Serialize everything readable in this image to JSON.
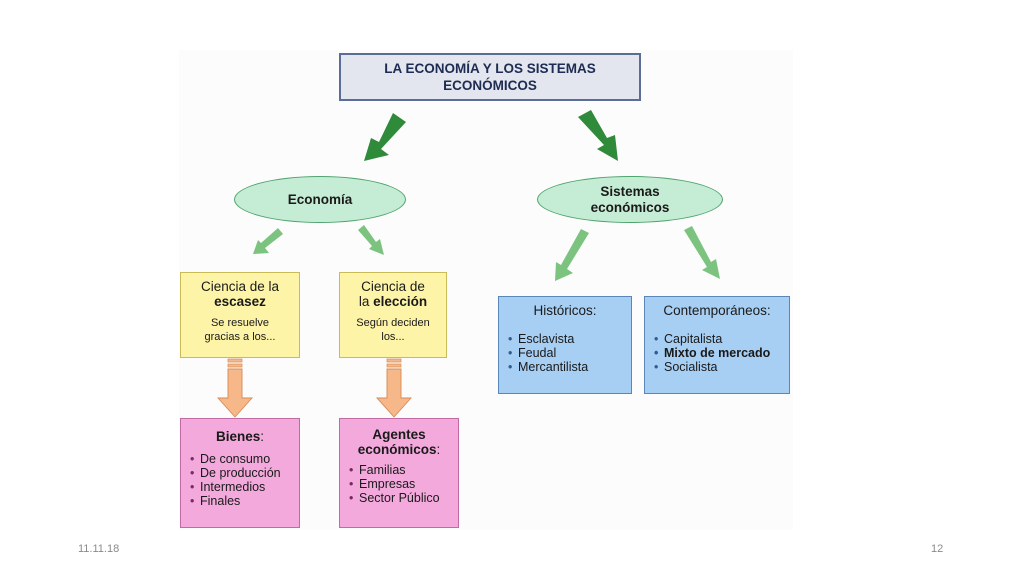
{
  "title": {
    "line1": "LA ECONOMÍA Y LOS SISTEMAS",
    "line2": "ECONÓMICOS"
  },
  "economia": {
    "label": "Economía"
  },
  "sistemas": {
    "line1": "Sistemas",
    "line2": "económicos"
  },
  "escasez": {
    "line1": "Ciencia de la",
    "line2": "escasez",
    "sub1": "Se resuelve",
    "sub2": "gracias a los..."
  },
  "eleccion": {
    "line1a": "Ciencia de",
    "line2a": "la ",
    "line2b": "elección",
    "sub1": "Según deciden",
    "sub2": "los..."
  },
  "bienes": {
    "head": "Bienes",
    "colon": ":",
    "items": [
      "De consumo",
      "De producción",
      "Intermedios",
      "Finales"
    ]
  },
  "agentes": {
    "head1": "Agentes",
    "head2": "económicos",
    "colon": ":",
    "items": [
      "Familias",
      "Empresas",
      "Sector Público"
    ]
  },
  "historicos": {
    "head": "Históricos:",
    "items": [
      "Esclavista",
      "Feudal",
      "Mercantilista"
    ]
  },
  "contemporaneos": {
    "head": "Contemporáneos:",
    "items": [
      "Capitalista",
      "Mixto de mercado",
      "Socialista"
    ]
  },
  "footer": {
    "date": "11.11.18",
    "page": "12"
  },
  "colors": {
    "arrow_dark": "#2f8a3a",
    "arrow_light": "#7cc380",
    "arrow_orange": "#f7b889"
  }
}
